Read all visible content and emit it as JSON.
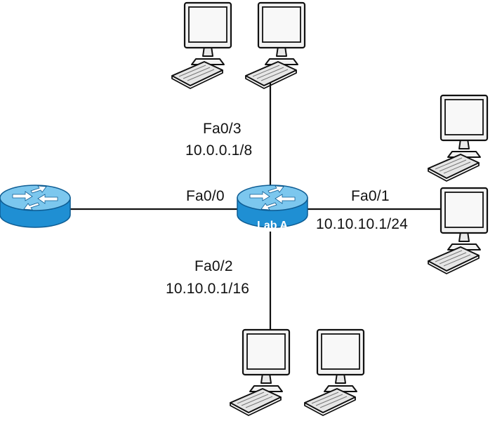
{
  "routers": {
    "lab_a": {
      "name": "Lab A"
    },
    "remote": {
      "name": ""
    }
  },
  "links": {
    "fa0_3": {
      "interface": "Fa0/3",
      "ip": "10.0.0.1/8"
    },
    "fa0_0": {
      "interface": "Fa0/0"
    },
    "fa0_1": {
      "interface": "Fa0/1",
      "ip": "10.10.10.1/24"
    },
    "fa0_2": {
      "interface": "Fa0/2",
      "ip": "10.10.0.1/16"
    }
  },
  "colors": {
    "router_top": "#7cc7ee",
    "router_body": "#1f8fd3",
    "router_edge": "#0d5c93",
    "monitor_frame": "#f2f2f2",
    "screen": "#f4f4f4",
    "keyboard": "#e4e4e4",
    "line": "#111111"
  },
  "icons": {
    "router": "router-icon",
    "computer": "desktop-computer-icon"
  }
}
